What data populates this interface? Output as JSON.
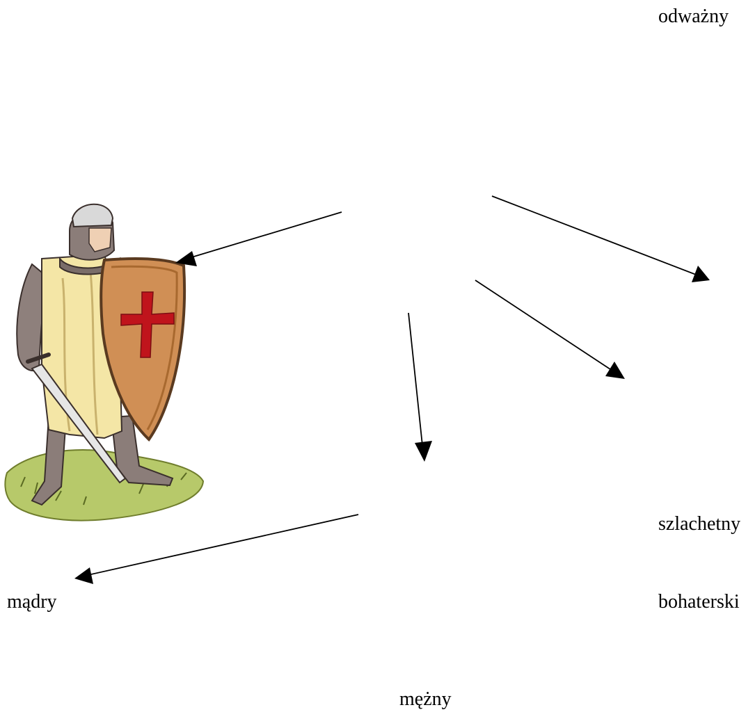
{
  "words": {
    "odwazny": "odważny",
    "szlachetny": "szlachetny",
    "madry": "mądry",
    "bohaterski": "bohaterski",
    "mezny": "mężny"
  },
  "colors": {
    "text": "#000000",
    "arrow": "#000000",
    "shield_cross": "#c0141c",
    "shield": "#d08f55",
    "tunic": "#f4e6a6",
    "grass": "#b7c96a"
  },
  "icons": {
    "figure": "knight-with-shield-illustration"
  }
}
